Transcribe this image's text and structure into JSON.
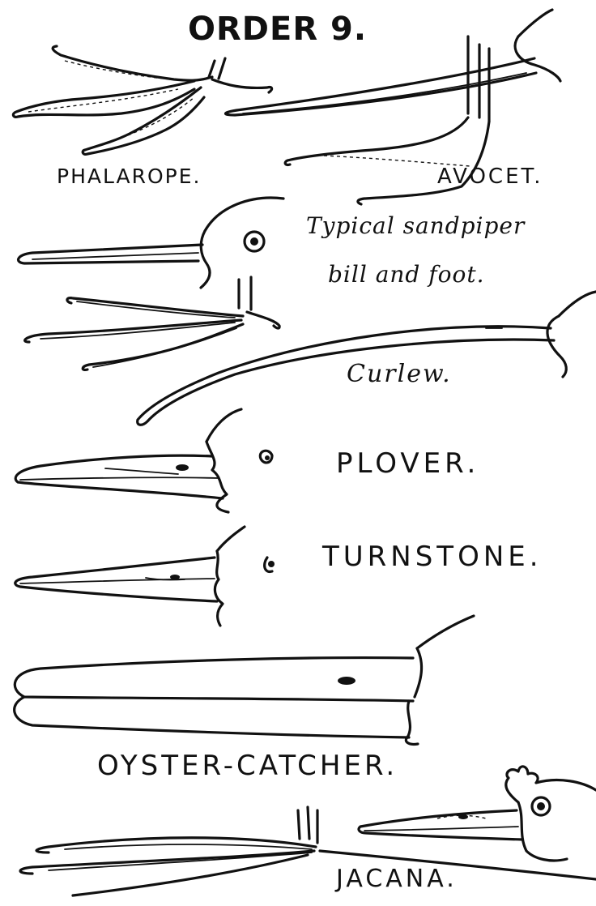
{
  "plate": {
    "title": "ORDER 9.",
    "labels": {
      "phalarope": "PHALAROPE.",
      "avocet": "AVOCET.",
      "sandpiper_line1": "Typical sandpiper",
      "sandpiper_line2": "bill and foot.",
      "curlew": "Curlew.",
      "plover": "PLOVER.",
      "turnstone": "TURNSTONE.",
      "oystercatcher": "OYSTER-CATCHER.",
      "jacana": "JACANA."
    }
  }
}
